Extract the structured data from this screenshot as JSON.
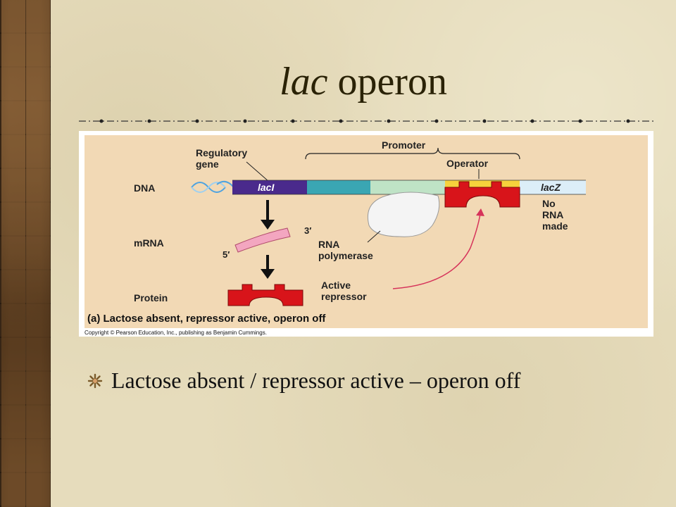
{
  "slide": {
    "title_italic": "lac",
    "title_rest": " operon",
    "bullet_text": "Lactose absent / repressor active – operon off"
  },
  "figure": {
    "labels": {
      "regulatory_gene": "Regulatory",
      "regulatory_gene_2": "gene",
      "promoter": "Promoter",
      "operator": "Operator",
      "dna": "DNA",
      "laci": "lacI",
      "lacz": "lacZ",
      "no_rna_1": "No",
      "no_rna_2": "RNA",
      "no_rna_3": "made",
      "mrna": "mRNA",
      "three_prime": "3′",
      "five_prime": "5′",
      "rna_polymerase_1": "RNA",
      "rna_polymerase_2": "polymerase",
      "protein": "Protein",
      "active_repressor_1": "Active",
      "active_repressor_2": "repressor",
      "caption": "(a) Lactose absent, repressor active, operon off",
      "copyright": "Copyright © Pearson Education, Inc., publishing as Benjamin Cummings."
    },
    "colors": {
      "background": "#f2d9b5",
      "laci_gene": "#4a2a8c",
      "promoter_teal": "#3aa6b3",
      "promoter_green": "#bfe3c6",
      "operator_yellow": "#f6d23c",
      "lacz": "#dceef8",
      "repressor": "#d8141a",
      "mrna": "#f3a6c0",
      "arrow": "#d6335a"
    }
  }
}
